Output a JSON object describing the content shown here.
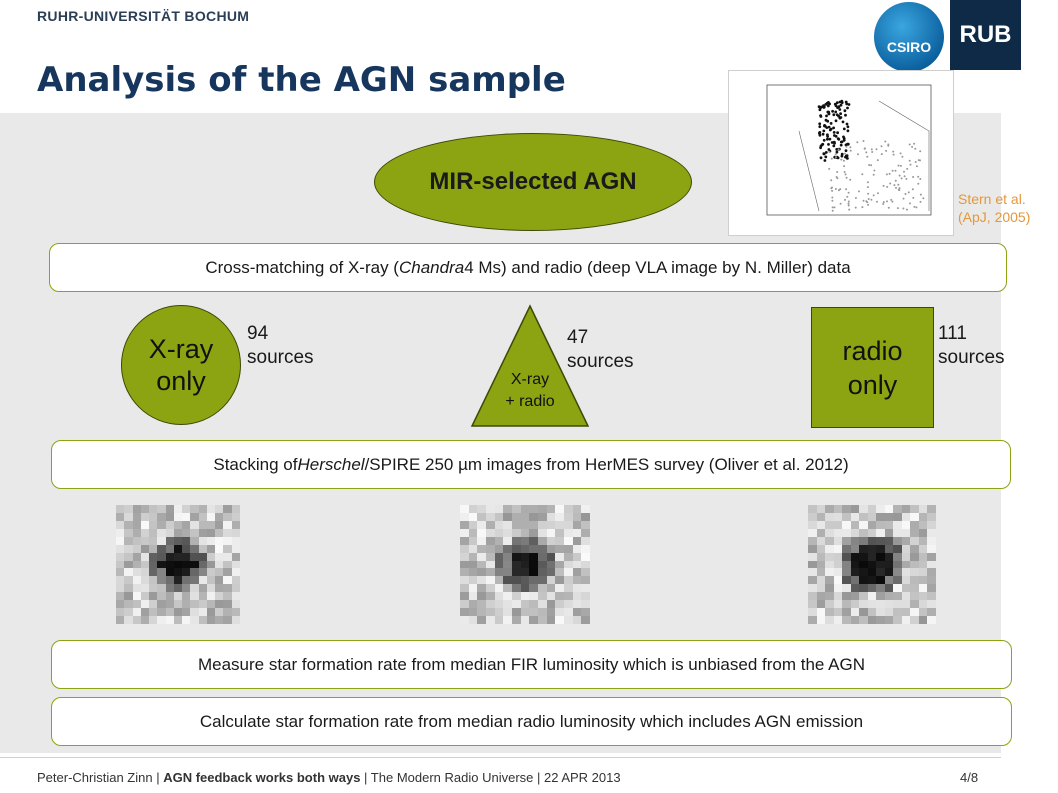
{
  "header": {
    "university": "RUHR-UNIVERSITÄT BOCHUM",
    "title": "Analysis of the AGN sample",
    "csiro_label": "CSIRO",
    "rub_label": "RUB"
  },
  "figure_ref": {
    "citation_line1": "Stern et al.",
    "citation_line2": "(ApJ, 2005)"
  },
  "diagram": {
    "top_node": "MIR-selected AGN",
    "step1": "Cross-matching of X-ray (Chandra 4 Ms) and radio (deep VLA image by N. Miller) data",
    "step1_parts": [
      "Cross-matching of X-ray (",
      "Chandra",
      " 4 Ms) and radio (deep VLA image by N. Miller) data"
    ],
    "groups": [
      {
        "label_line1": "X-ray",
        "label_line2": "only",
        "count_line1": "94",
        "count_line2": "sources"
      },
      {
        "label_line1": "X-ray",
        "label_line2": "+ radio",
        "count_line1": "47",
        "count_line2": "sources"
      },
      {
        "label_line1": "radio",
        "label_line2": "only",
        "count_line1": "111",
        "count_line2": "sources"
      }
    ],
    "step2_parts": [
      "Stacking of ",
      "Herschel",
      "/SPIRE 250 µm images from HerMES survey (Oliver et al. 2012)"
    ],
    "step3": "Measure star formation rate from median FIR luminosity which is unbiased from the AGN",
    "step4": "Calculate star formation rate from median radio luminosity which includes AGN emission"
  },
  "colors": {
    "accent_green": "#8ca312",
    "title_blue": "#17365d",
    "citation_orange": "#e3983a"
  },
  "footer": {
    "author": "Peter-Christian Zinn | ",
    "talk_title": "AGN feedback works both ways",
    "rest": " | The Modern Radio Universe | 22 APR 2013",
    "page": "4/8"
  }
}
